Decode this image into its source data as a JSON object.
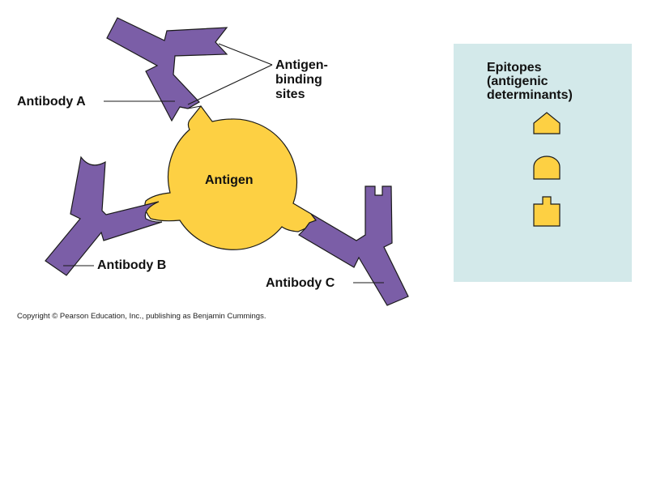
{
  "diagram": {
    "labels": {
      "antibody_a": "Antibody A",
      "antibody_b": "Antibody B",
      "antibody_c": "Antibody C",
      "antigen": "Antigen",
      "binding_sites": [
        "Antigen-",
        "binding",
        "sites"
      ]
    },
    "epitopes_panel": {
      "title_lines": [
        "Epitopes",
        "(antigenic",
        "determinants)"
      ],
      "shapes": [
        "pointed-epitope",
        "rounded-epitope",
        "notched-epitope"
      ]
    },
    "colors": {
      "antibody": "#7b5ea7",
      "antigen": "#fdd043",
      "panel": "#d3e9ea",
      "outline": "#1a1a1a"
    },
    "copyright": "Copyright © Pearson Education, Inc., publishing as Benjamin Cummings."
  }
}
